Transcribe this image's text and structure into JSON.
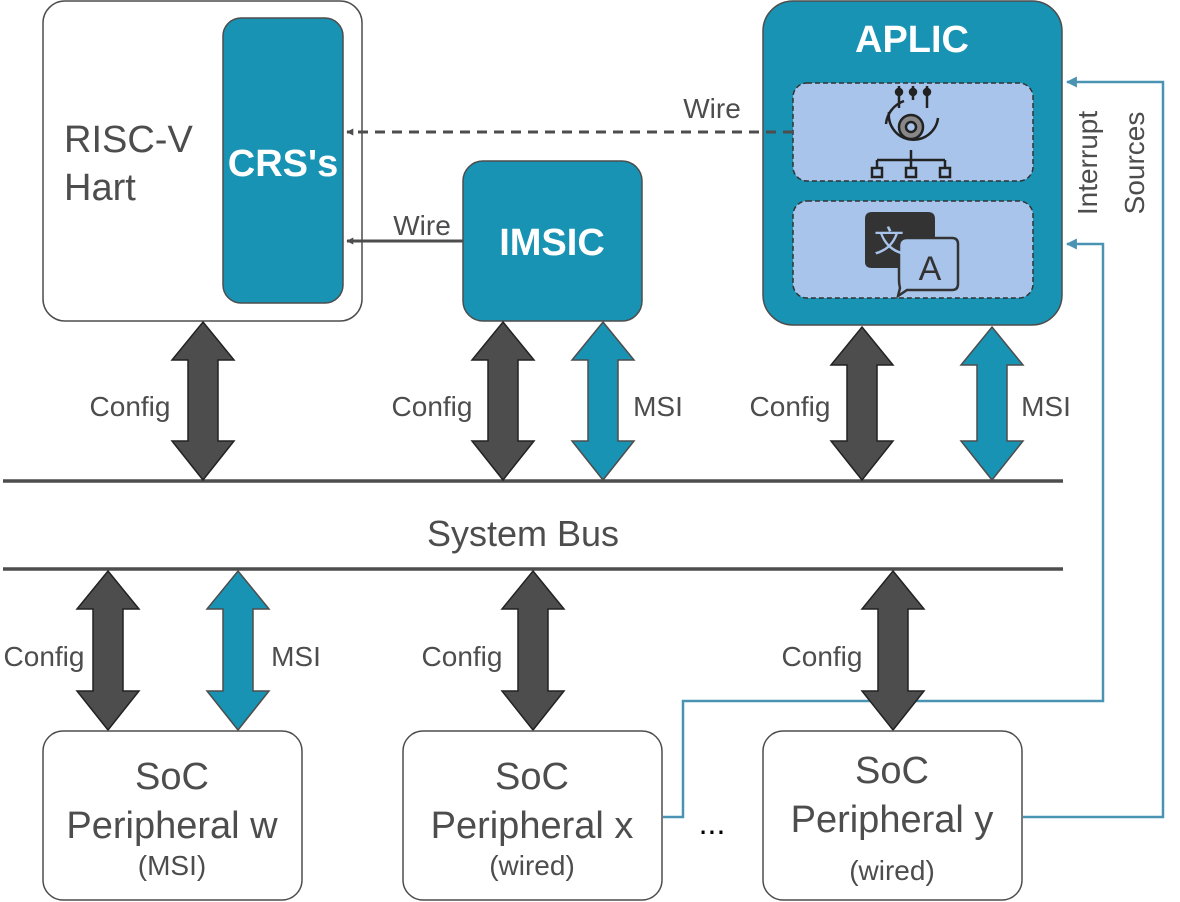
{
  "colors": {
    "teal": "#1893b3",
    "dark": "#4d4d4d",
    "text": "#4d4d4d",
    "light_blue": "#a9c4eb",
    "line_teal": "#4a93b3",
    "white": "#ffffff"
  },
  "hart": {
    "title_line1": "RISC-V",
    "title_line2": "Hart",
    "crs_label": "CRS's"
  },
  "imsic": {
    "label": "IMSIC"
  },
  "aplic": {
    "label": "APLIC",
    "icon_top": "gear-network-icon",
    "icon_bottom": "translate-icon",
    "translate_glyph_left": "文",
    "translate_glyph_right": "A"
  },
  "edges": {
    "wire_aplic": "Wire",
    "wire_imsic": "Wire",
    "interrupt_line1": "Interrupt",
    "interrupt_line2": "Sources"
  },
  "bus": {
    "label": "System Bus"
  },
  "arrows": {
    "hart_config": "Config",
    "imsic_config": "Config",
    "imsic_msi": "MSI",
    "aplic_config": "Config",
    "aplic_msi": "MSI",
    "pw_config": "Config",
    "pw_msi": "MSI",
    "px_config": "Config",
    "py_config": "Config"
  },
  "peripherals": {
    "w": {
      "line1": "SoC",
      "line2": "Peripheral w",
      "kind": "(MSI)"
    },
    "x": {
      "line1": "SoC",
      "line2": "Peripheral x",
      "kind": "(wired)"
    },
    "y": {
      "line1": "SoC",
      "line2": "Peripheral y",
      "kind": "(wired)"
    },
    "ellipsis": "..."
  }
}
